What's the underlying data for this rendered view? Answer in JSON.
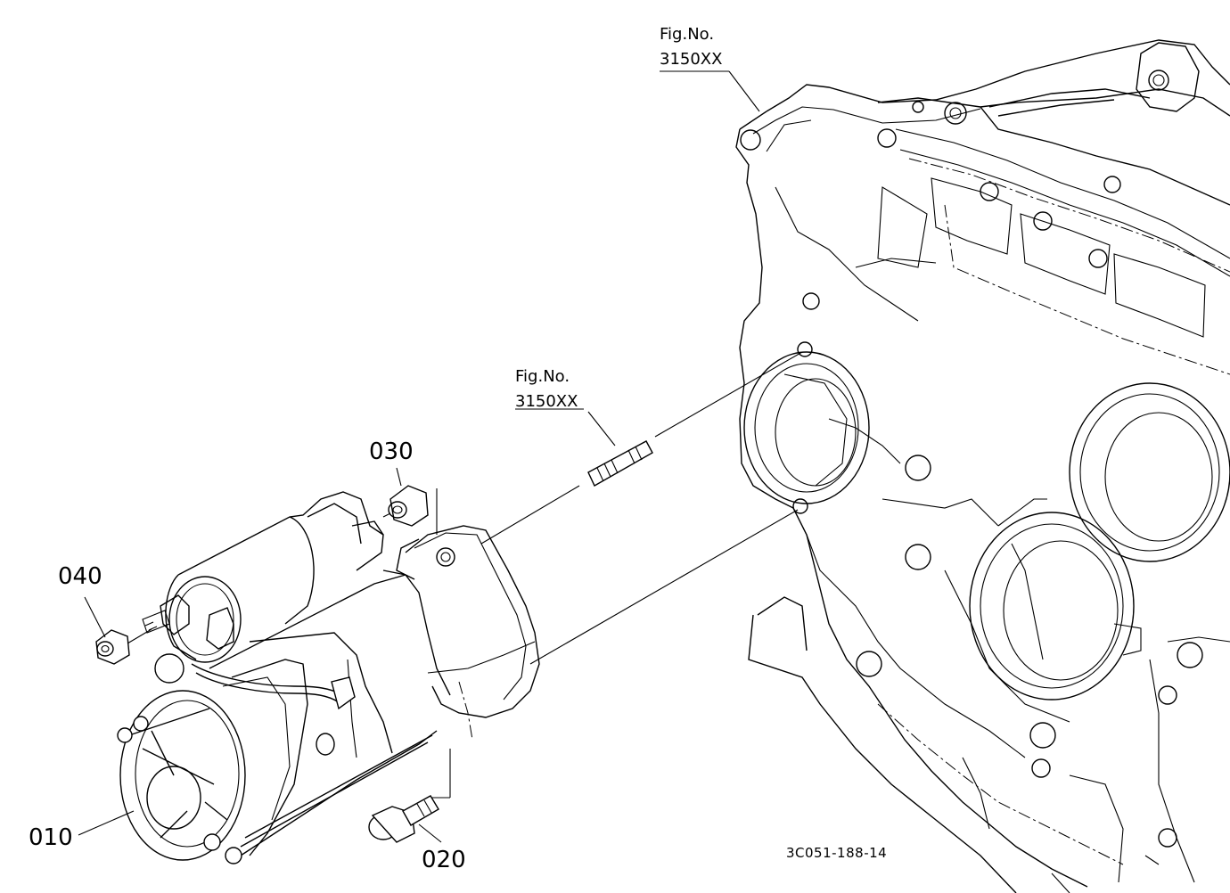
{
  "figure_refs": [
    {
      "label": "Fig.No.",
      "code": "3150XX"
    },
    {
      "label": "Fig.No.",
      "code": "3150XX"
    }
  ],
  "parts": [
    {
      "ref": "010"
    },
    {
      "ref": "020"
    },
    {
      "ref": "030"
    },
    {
      "ref": "040"
    }
  ],
  "drawing_code": "3C051-188-14"
}
